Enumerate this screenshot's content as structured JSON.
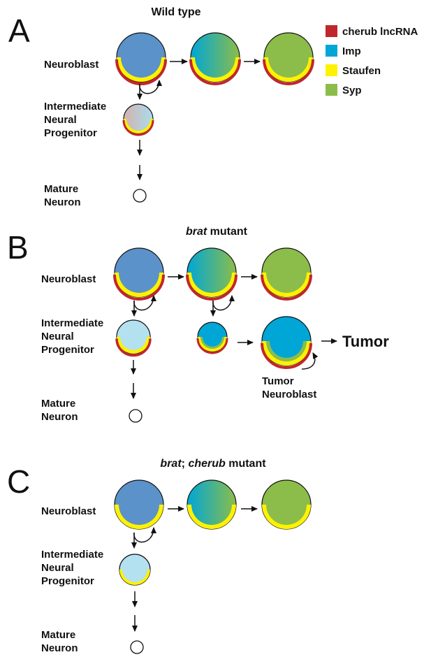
{
  "colors": {
    "cherub": "#c0272d",
    "imp": "#00a6d6",
    "staufen": "#fff200",
    "syp": "#8cbd4a",
    "nb_blue": "#5b92c9",
    "inp_light": "#b3e1f0",
    "inp_pink": "#d3b3ad",
    "outline": "#111111"
  },
  "legend": [
    {
      "label": "cherub lncRNA",
      "color_key": "cherub"
    },
    {
      "label": "Imp",
      "color_key": "imp"
    },
    {
      "label": "Staufen",
      "color_key": "staufen"
    },
    {
      "label": "Syp",
      "color_key": "syp"
    }
  ],
  "panels": {
    "A": {
      "letter": "A",
      "title": "Wild type",
      "neuroblast": "Neuroblast",
      "inp": [
        "Intermediate",
        "Neural",
        "Progenitor"
      ],
      "neuron": [
        "Mature",
        "Neuron"
      ]
    },
    "B": {
      "letter": "B",
      "title_italic": "brat",
      "title_rest": " mutant",
      "neuroblast": "Neuroblast",
      "inp": [
        "Intermediate",
        "Neural",
        "Progenitor"
      ],
      "neuron": [
        "Mature",
        "Neuron"
      ],
      "tumor": "Tumor",
      "tumor_nb": [
        "Tumor",
        "Neuroblast"
      ]
    },
    "C": {
      "letter": "C",
      "title_italic1": "brat",
      "title_sep": "; ",
      "title_italic2": "cherub",
      "title_rest": " mutant",
      "neuroblast": "Neuroblast",
      "inp": [
        "Intermediate",
        "Neural",
        "Progenitor"
      ],
      "neuron": [
        "Mature",
        "Neuron"
      ]
    }
  }
}
